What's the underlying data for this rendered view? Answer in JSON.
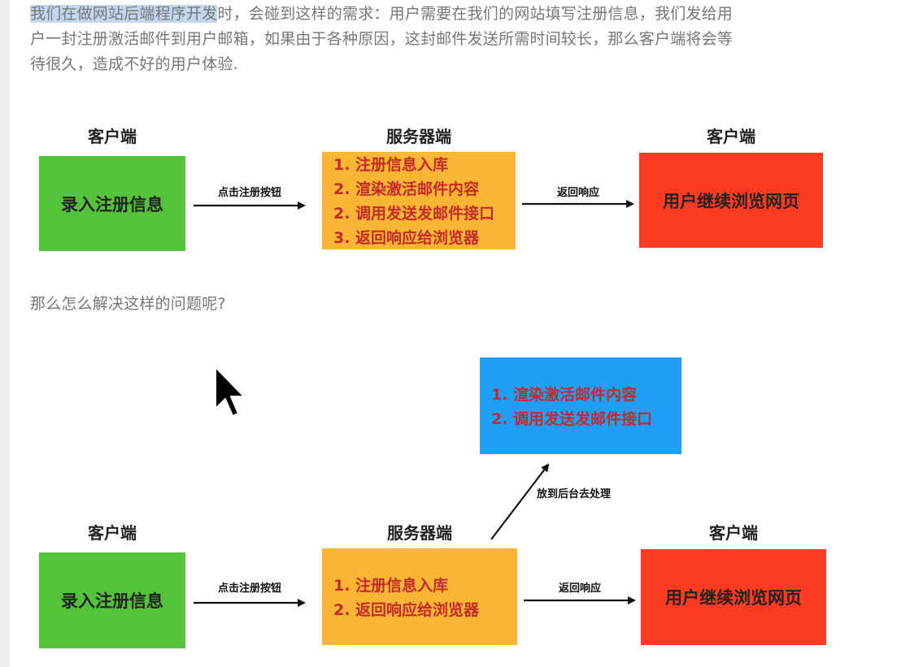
{
  "intro": {
    "highlighted": "我们在做网站后端程序开发",
    "line1_rest": "时，会碰到这样的需求：用户需要在我们的网站填写注册信息，我们发给用",
    "line2": "户一封注册激活邮件到用户邮箱，如果由于各种原因，这封邮件发送所需时间较长，那么客户端将会等",
    "line3": "待很久，造成不好的用户体验."
  },
  "question": "那么怎么解决这样的问题呢?",
  "diagram1": {
    "client_label": "客户端",
    "server_label": "服务器端",
    "client2_label": "客户端",
    "client_box": "录入注册信息",
    "arrow1_label": "点击注册按钮",
    "server_steps": [
      "1. 注册信息入库",
      "2. 渲染激活邮件内容",
      "2. 调用发送发邮件接口",
      "3. 返回响应给浏览器"
    ],
    "arrow2_label": "返回响应",
    "result_box": "用户继续浏览网页"
  },
  "diagram2": {
    "client_label": "客户端",
    "server_label": "服务器端",
    "client2_label": "客户端",
    "client_box": "录入注册信息",
    "arrow1_label": "点击注册按钮",
    "server_steps": [
      "1. 注册信息入库",
      "2. 返回响应给浏览器"
    ],
    "arrow2_label": "返回响应",
    "result_box": "用户继续浏览网页",
    "background_label": "放到后台去处理",
    "background_steps": [
      "1. 渲染激活邮件内容",
      "2. 调用发送发邮件接口"
    ]
  },
  "colors": {
    "client_box": "#55c23c",
    "server_box": "#fbb534",
    "result_box": "#fb3b22",
    "background_box": "#1f9ff6",
    "step_text": "#c32b2b",
    "highlight": "#c2d6ee"
  },
  "icons": {
    "cursor": "mouse-pointer-icon"
  }
}
